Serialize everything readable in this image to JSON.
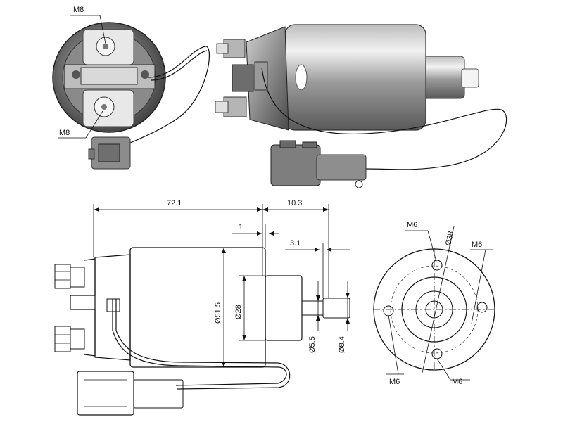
{
  "photo": {
    "callouts": {
      "top_thread": "M8",
      "bottom_thread": "M8"
    }
  },
  "drawing": {
    "dims": {
      "length_body": "72.1",
      "length_shaft": "10.3",
      "gap": "1",
      "shaft_step": "3.1",
      "dia_body": "Ø51.5",
      "dia_nose": "Ø28",
      "dia_pin_small": "Ø5.5",
      "dia_pin_large": "Ø8.4"
    },
    "end_view": {
      "bolt_circle": "Ø38",
      "hole_top": "M6",
      "hole_right": "M6",
      "hole_left_bottom": "M6",
      "hole_bottom": "M6"
    }
  },
  "colors": {
    "metal_light": "#e6e6e6",
    "metal_dark": "#6e6e6e",
    "outline": "#111111"
  }
}
